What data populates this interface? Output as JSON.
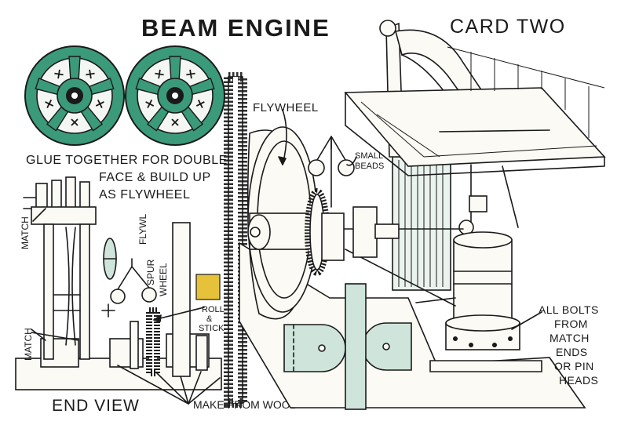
{
  "card": {
    "title": "BEAM ENGINE",
    "card_label": "CARD TWO"
  },
  "labels": {
    "glue_1": "GLUE TOGETHER FOR DOUBLE",
    "glue_2": "FACE & BUILD UP",
    "glue_3": "AS FLYWHEEL",
    "match_upper": "MATCH",
    "match_lower": "MATCH",
    "flywl": "FLYWL",
    "spur_wheel_1": "SPUR",
    "spur_wheel_2": "WHEEL",
    "roll_stick_1": "ROLL",
    "roll_stick_2": "&",
    "roll_stick_3": "STICK",
    "end_view": "END VIEW",
    "make_from_wood": "MAKE FROM WOOD",
    "flywheel": "FLYWHEEL",
    "small_beads_1": "SMALL",
    "small_beads_2": "BEADS",
    "bolts_1": "ALL BOLTS",
    "bolts_2": "FROM",
    "bolts_3": "MATCH",
    "bolts_4": "ENDS",
    "bolts_5": "OR PIN",
    "bolts_6": "HEADS"
  },
  "colors": {
    "ink": "#1a1a1a",
    "wheel_green": "#3a9a7a",
    "pale_green": "#cfe5dc",
    "yellow": "#e6c23a",
    "paper": "#fbfaf4"
  }
}
